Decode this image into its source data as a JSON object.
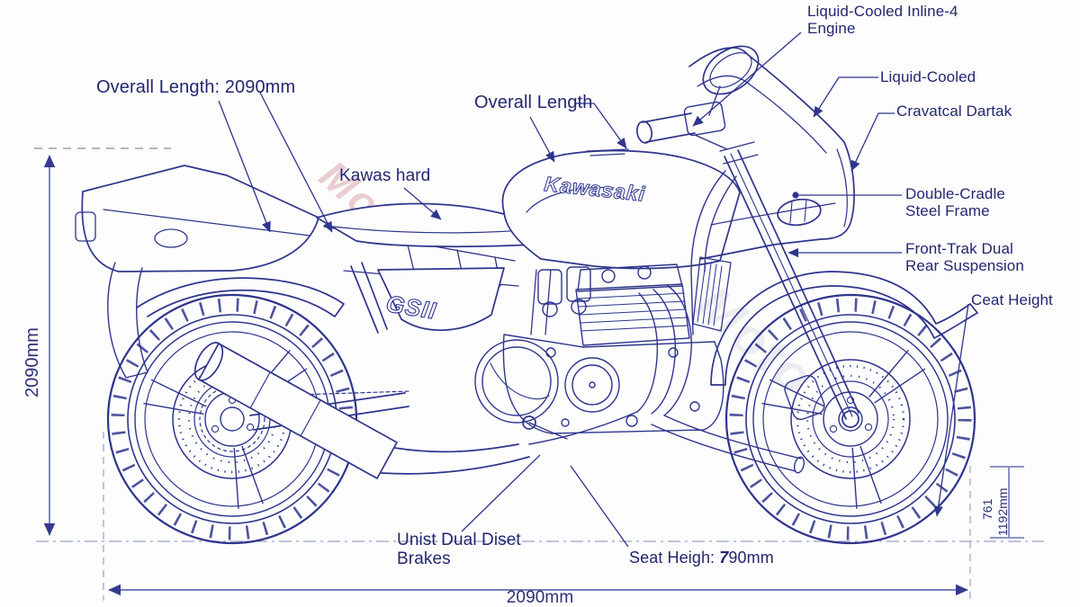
{
  "colors": {
    "ink": "#2e358c",
    "label_text": "#23276e",
    "dimension_line": "#4d55a5",
    "extension_dash": "#9aa3c6",
    "gray_dash": "#b3b6c6",
    "watermark_pink": "#cf8d92"
  },
  "callouts": {
    "engine_line1": "Liquid-Cooled Inline-4",
    "engine_line2": "Engine",
    "liquid_cooled": "Liquid-Cooled",
    "cravatcal": "Cravatcal Dartak",
    "double_cradle_line1": "Double-Cradle",
    "double_cradle_line2": "Steel Frame",
    "front_trak_line1": "Front-Trak Dual",
    "front_trak_line2": "Rear Suspension",
    "ceat_height": "Ceat Height",
    "overall_length_left": "Overall Length: 2090mm",
    "overall_length_mid": "Overall Length",
    "kawas_hard": "Kawas hard",
    "unist_line1": "Unist Dual Diset",
    "unist_line2": "Brakes",
    "seat_height_prefix": "Seat Heigh: ",
    "seat_height_bold": "7",
    "seat_height_suffix": "90mm"
  },
  "dimensions": {
    "left_vertical": "2090mm",
    "bottom_horizontal": "2090mm",
    "right_inner": "761",
    "right_outer": "1192mm"
  },
  "logos": {
    "tank": "Kawasaki",
    "side_panel": "GSII"
  },
  "watermark": {
    "primary": "Moto",
    "secondary": "Moto"
  }
}
